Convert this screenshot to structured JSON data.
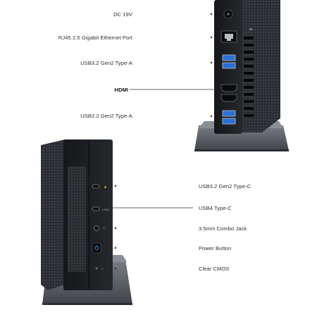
{
  "top_device": {
    "ports": [
      {
        "label": "DC 19V",
        "icon": "dc-power-jack-icon"
      },
      {
        "label": "RJ45 2.5 Gigabit Ethernet Port",
        "icon": "ethernet-port-icon"
      },
      {
        "label": "USB3.2 Gen2 Type-A",
        "icon": "usb-a-port-icon"
      },
      {
        "label": "HDMI",
        "icon": "hdmi-port-icon"
      },
      {
        "label": "USB3.2 Gen2 Type-A",
        "icon": "usb-a-port-icon"
      }
    ]
  },
  "bottom_device": {
    "ports": [
      {
        "label": "USB3.2 Gen2 Type-C",
        "icon": "usb-c-port-icon"
      },
      {
        "label": "USB4 Type-C",
        "icon": "usb-c-port-icon"
      },
      {
        "label": "3.5mm Combo Jack",
        "icon": "audio-jack-icon"
      },
      {
        "label": "Power Button",
        "icon": "power-button-icon"
      },
      {
        "label": "Clear CMOS",
        "icon": "clear-cmos-icon"
      }
    ]
  },
  "colors": {
    "background": "#ffffff",
    "device_body": "#1c1e22",
    "mesh": "#3a3d42",
    "stand": "#5c6066",
    "usb_blue": "#2b6fd6",
    "power_led": "#3aa0ff"
  }
}
